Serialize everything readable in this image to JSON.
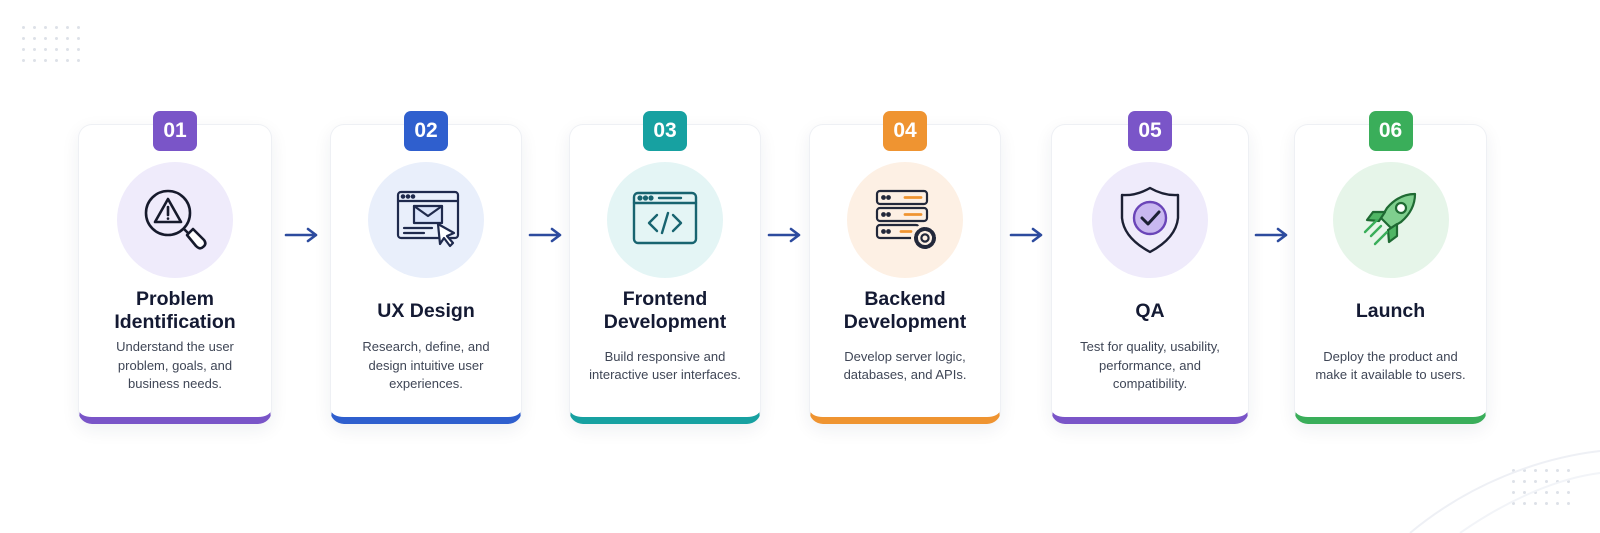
{
  "steps": [
    {
      "number": "01",
      "title": "Problem Identification",
      "description": "Understand the user problem, goals, and business needs.",
      "icon": "search-warning-icon",
      "accent": "#7a55c8",
      "soft": "#efebfb"
    },
    {
      "number": "02",
      "title": "UX Design",
      "description": "Research, define, and design intuitive user experiences.",
      "icon": "wireframe-cursor-icon",
      "accent": "#2f5fce",
      "soft": "#e9effb"
    },
    {
      "number": "03",
      "title": "Frontend Development",
      "description": "Build responsive and interactive user interfaces.",
      "icon": "code-window-icon",
      "accent": "#17a1a1",
      "soft": "#e4f5f5"
    },
    {
      "number": "04",
      "title": "Backend Development",
      "description": "Develop server logic, databases, and APIs.",
      "icon": "server-gear-icon",
      "accent": "#ef9431",
      "soft": "#fdf0e4"
    },
    {
      "number": "05",
      "title": "QA",
      "description": "Test for quality, usability, performance, and compatibility.",
      "icon": "shield-check-icon",
      "accent": "#7a55c8",
      "soft": "#efebfb"
    },
    {
      "number": "06",
      "title": "Launch",
      "description": "Deploy the product and make it available to users.",
      "icon": "rocket-icon",
      "accent": "#3aae5a",
      "soft": "#e6f5e9"
    }
  ],
  "colors": {
    "arrow": "#2d4b9e",
    "title": "#141a33",
    "text": "#3f4656"
  }
}
